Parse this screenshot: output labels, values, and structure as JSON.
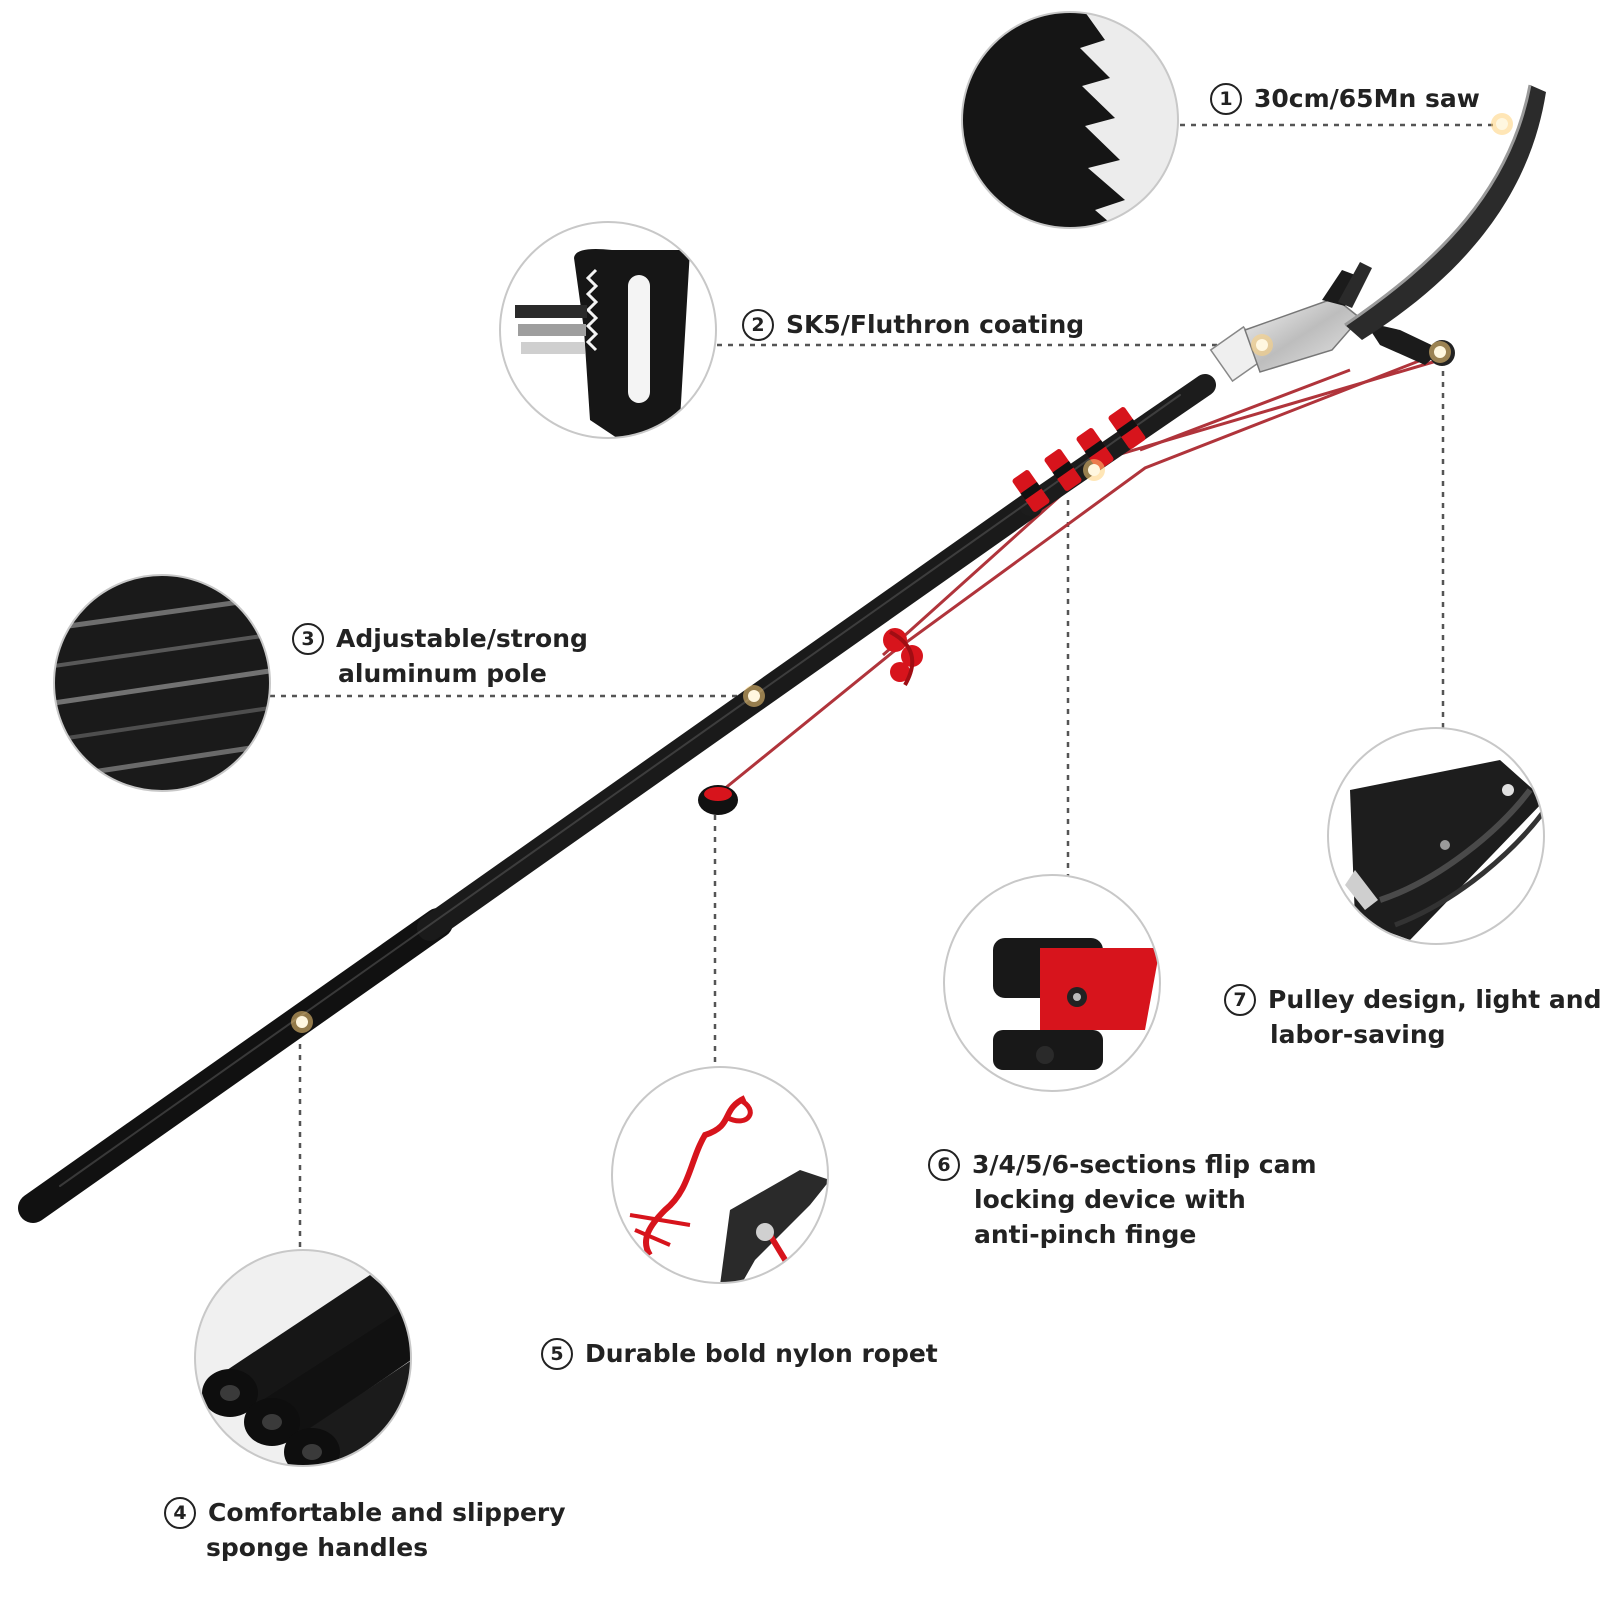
{
  "accent_red": "#d7141c",
  "pole_color": "#141414",
  "features": [
    {
      "number": "1",
      "lines": [
        "30cm/65Mn saw"
      ],
      "icon": "saw-teeth-icon"
    },
    {
      "number": "2",
      "lines": [
        "SK5/Fluthron coating"
      ],
      "icon": "blade-coating-icon"
    },
    {
      "number": "3",
      "lines": [
        "Adjustable/strong",
        "aluminum pole"
      ],
      "icon": "aluminum-pole-icon"
    },
    {
      "number": "4",
      "lines": [
        "Comfortable and slippery",
        "sponge handles"
      ],
      "icon": "sponge-handle-icon"
    },
    {
      "number": "5",
      "lines": [
        "Durable bold nylon ropet"
      ],
      "icon": "nylon-rope-icon"
    },
    {
      "number": "6",
      "lines": [
        "3/4/5/6-sections flip cam",
        "locking device with",
        "anti-pinch finge"
      ],
      "icon": "flip-cam-lock-icon"
    },
    {
      "number": "7",
      "lines": [
        "Pulley design, light and",
        "labor-saving"
      ],
      "icon": "pulley-icon"
    }
  ]
}
